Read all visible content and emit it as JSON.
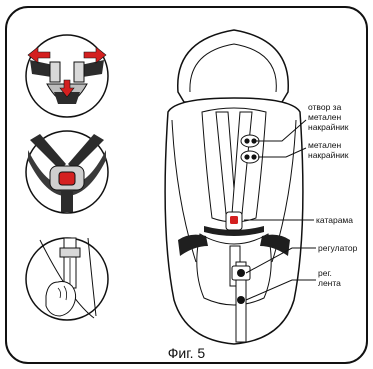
{
  "figure": {
    "caption": "Фиг. 5"
  },
  "labels": {
    "slot_line1": "отвор за",
    "slot_line2": "метален",
    "slot_line3": "накрайник",
    "tip_line1": "метален",
    "tip_line2": "накрайник",
    "buckle": "катарама",
    "adjuster": "регулатор",
    "strap_line1": "рег.",
    "strap_line2": "лента"
  },
  "colors": {
    "accent": "#d42020",
    "ink": "#111111",
    "seat_gray": "#3a3a3a"
  },
  "icons": {
    "step1": "buckle-release-arrows",
    "step2": "buckle-button",
    "step3": "hand-pulling-strap"
  }
}
